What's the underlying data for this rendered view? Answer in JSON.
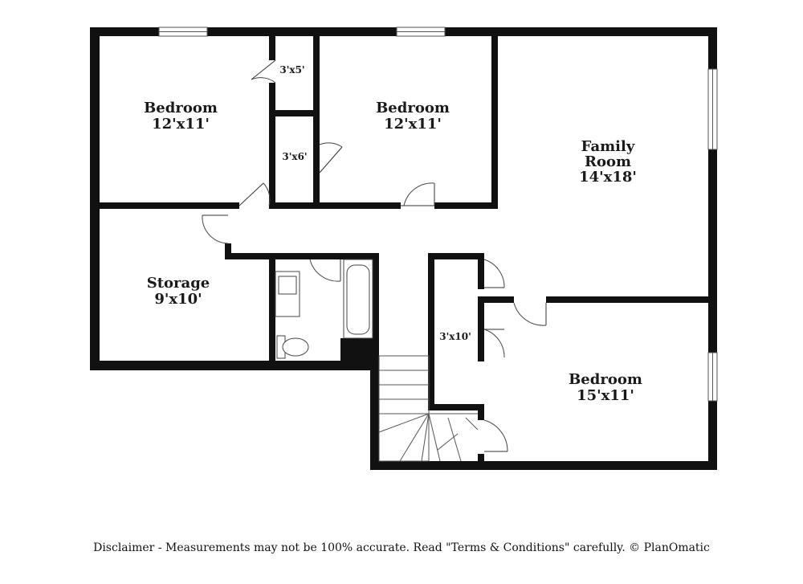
{
  "rooms": {
    "bedroom_nw": {
      "name": "Bedroom",
      "size": "12'x11'"
    },
    "bedroom_n": {
      "name": "Bedroom",
      "size": "12'x11'"
    },
    "family_room": {
      "name_line1": "Family",
      "name_line2": "Room",
      "size": "14'x18'"
    },
    "storage": {
      "name": "Storage",
      "size": "9'x10'"
    },
    "bedroom_se": {
      "name": "Bedroom",
      "size": "15'x11'"
    },
    "closet_top": {
      "size": "3'x5'"
    },
    "closet_mid": {
      "size": "3'x6'"
    },
    "closet_hall": {
      "size": "3'x10'"
    }
  },
  "footer": {
    "disclaimer": "Disclaimer - Measurements may not be 100% accurate. Read \"Terms & Conditions\" carefully. © PlanOmatic"
  }
}
